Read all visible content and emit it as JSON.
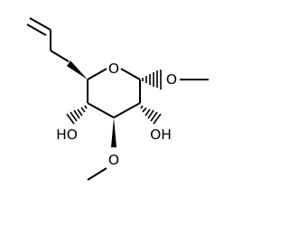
{
  "molecule": {
    "atoms": {
      "ring_oxygen": "O",
      "methoxy_oxygen_right": "O",
      "hydroxyl_left": "HO",
      "hydroxyl_right": "OH",
      "methoxy_oxygen_bottom": "O"
    }
  },
  "colors": {
    "bond": "#000000",
    "label": "#000000",
    "background": "#ffffff"
  }
}
